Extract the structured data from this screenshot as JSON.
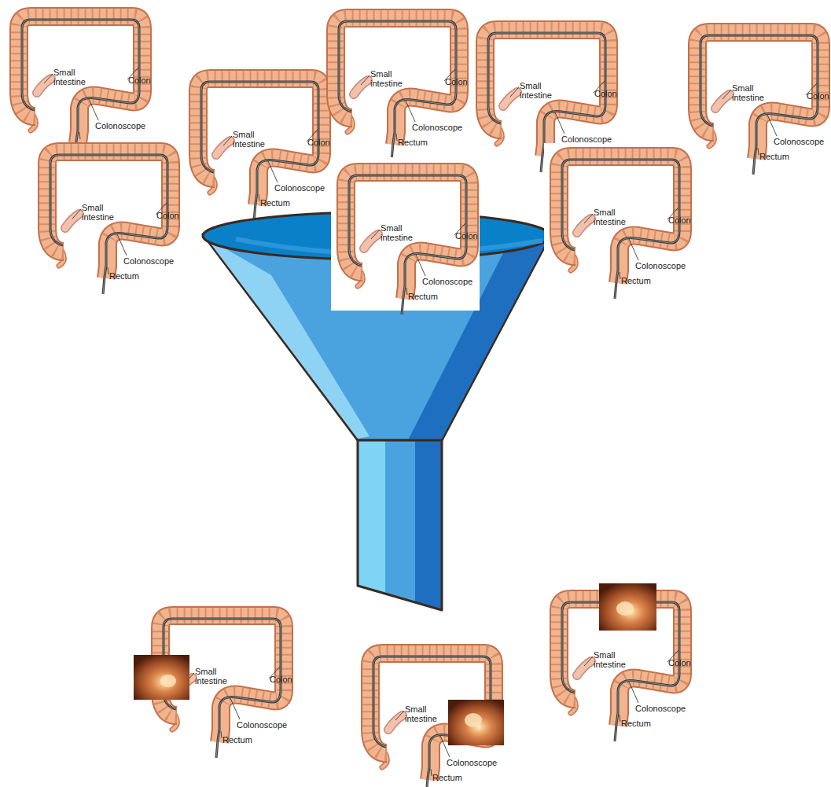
{
  "diagram": {
    "labels": [
      "Small intestine",
      "Colon",
      "Colonoscope",
      "Small intestine",
      "Colon",
      "Colonoscope",
      "Rectum",
      "Small intestine",
      "Colon",
      "Colonoscope",
      "Rectum",
      "Small intestine",
      "Colon",
      "Colonoscope",
      "Small intestine",
      "Colon",
      "Colonoscope",
      "Rectum",
      "Small intestine",
      "Colon",
      "Colonoscope",
      "Rectum",
      "Small intestine",
      "Colon",
      "Colonoscope",
      "Rectum",
      "Small intestine",
      "Colon",
      "Colonoscope",
      "Rectum",
      "Small intestine",
      "Colon",
      "Colonoscope",
      "Rectum",
      "Small intestine",
      "Colonoscope",
      "Rectum",
      "Small intestine",
      "Colon",
      "Colonoscope",
      "Rectum"
    ]
  }
}
